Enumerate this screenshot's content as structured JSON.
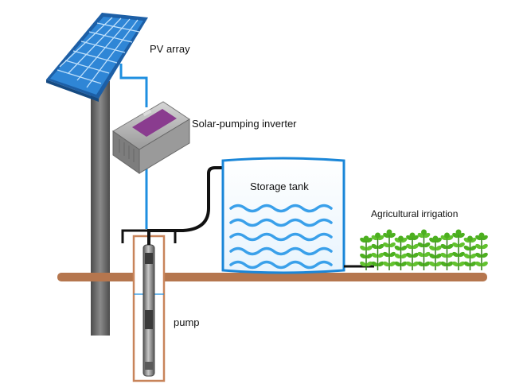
{
  "labels": {
    "pv_array": "PV array",
    "inverter": "Solar-pumping inverter",
    "storage_tank": "Storage tank",
    "irrigation": "Agricultural irrigation",
    "pump": "pump"
  },
  "colors": {
    "background": "#ffffff",
    "ground": "#b5764e",
    "pole": "#6e6e6e",
    "panel_blue": "#2f86d6",
    "panel_frame": "#1d5fa6",
    "inverter_purple": "#8a3c8f",
    "inverter_gray": "#a9a9a9",
    "cable_blue": "#1e8fe0",
    "pipe_black": "#111111",
    "tank_outline": "#1a86d8",
    "water_wave": "#3aa0ea",
    "well_casing": "#c8845a",
    "pump_body": "#7a7a7a",
    "plant_green": "#4caf1f"
  },
  "icons": [
    "solar-panel-icon",
    "inverter-icon",
    "pump-icon",
    "plant-icon"
  ]
}
